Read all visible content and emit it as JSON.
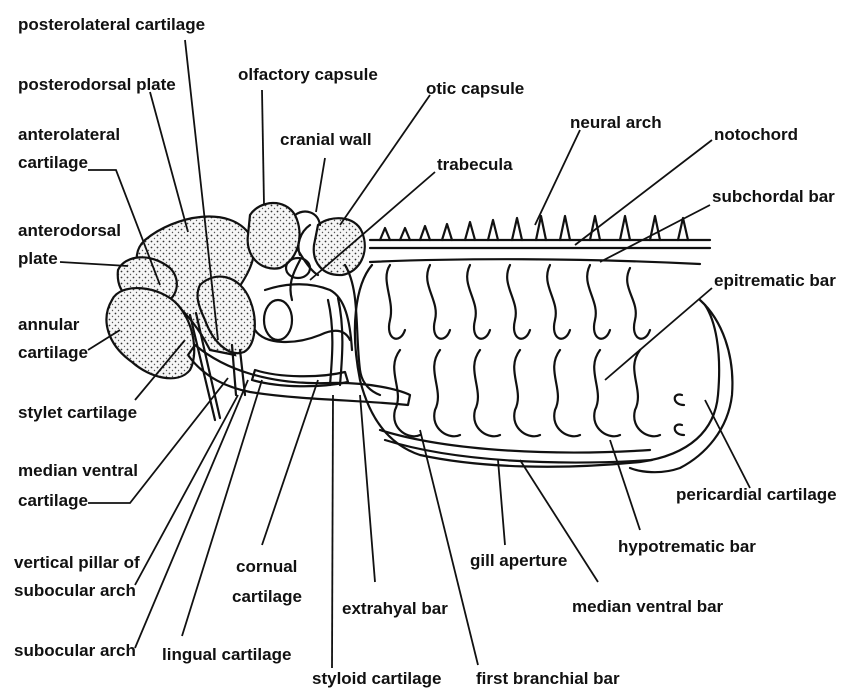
{
  "diagram": {
    "labels": {
      "posterolateral_cartilage": "posterolateral cartilage",
      "posterodorsal_plate": "posterodorsal plate",
      "anterolateral_cartilage_1": "anterolateral",
      "anterolateral_cartilage_2": "cartilage",
      "anterodorsal_plate_1": "anterodorsal",
      "anterodorsal_plate_2": "plate",
      "annular_cartilage_1": "annular",
      "annular_cartilage_2": "cartilage",
      "stylet_cartilage": "stylet cartilage",
      "median_ventral_cartilage_1": "median ventral",
      "median_ventral_cartilage_2": "cartilage",
      "vertical_pillar_1": "vertical pillar of",
      "vertical_pillar_2": "subocular arch",
      "subocular_arch": "subocular arch",
      "lingual_cartilage": "lingual cartilage",
      "cornual_cartilage_1": "cornual",
      "cornual_cartilage_2": "cartilage",
      "olfactory_capsule": "olfactory capsule",
      "cranial_wall": "cranial wall",
      "otic_capsule": "otic capsule",
      "trabecula": "trabecula",
      "neural_arch": "neural arch",
      "notochord": "notochord",
      "subchordal_bar": "subchordal bar",
      "epitrematic_bar": "epitrematic bar",
      "pericardial_cartilage": "pericardial cartilage",
      "hypotrematic_bar": "hypotrematic bar",
      "gill_aperture": "gill aperture",
      "median_ventral_bar": "median ventral bar",
      "extrahyal_bar": "extrahyal bar",
      "styloid_cartilage": "styloid cartilage",
      "first_branchial_bar": "first branchial bar"
    }
  }
}
